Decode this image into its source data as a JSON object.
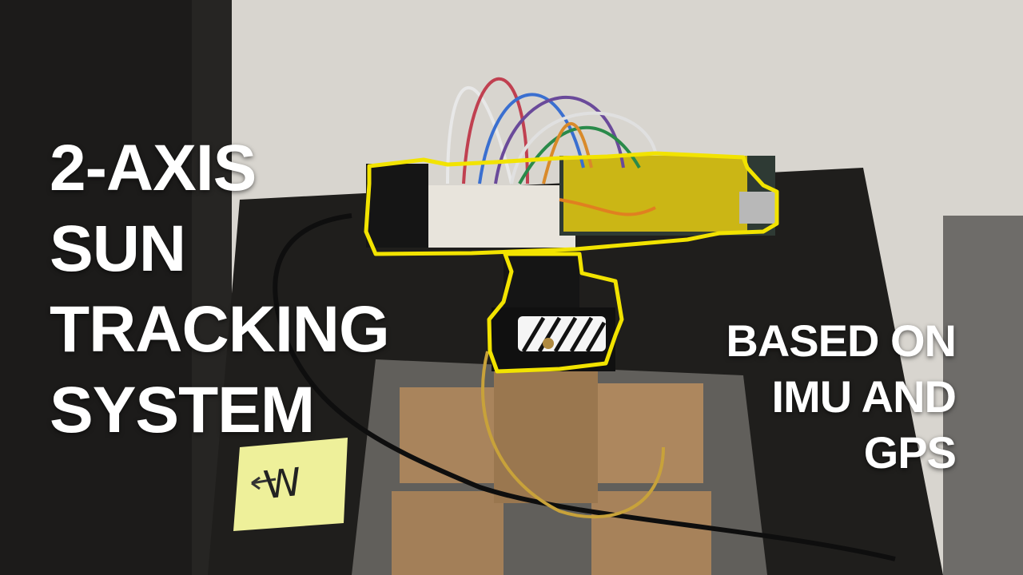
{
  "title_lines": [
    "2-AXIS",
    "SUN",
    "TRACKING",
    "SYSTEM"
  ],
  "subtitle_lines": [
    "BASED ON",
    "IMU AND",
    "GPS"
  ],
  "note_letter": "W",
  "colors": {
    "text": "#ffffff",
    "outline": "#f2e300",
    "wall": "#d9d6d0",
    "table": "#1f1e1c",
    "cardboard": "#b08a62",
    "sticky_note": "#f2f29a",
    "board_yellow": "#f0d400"
  }
}
